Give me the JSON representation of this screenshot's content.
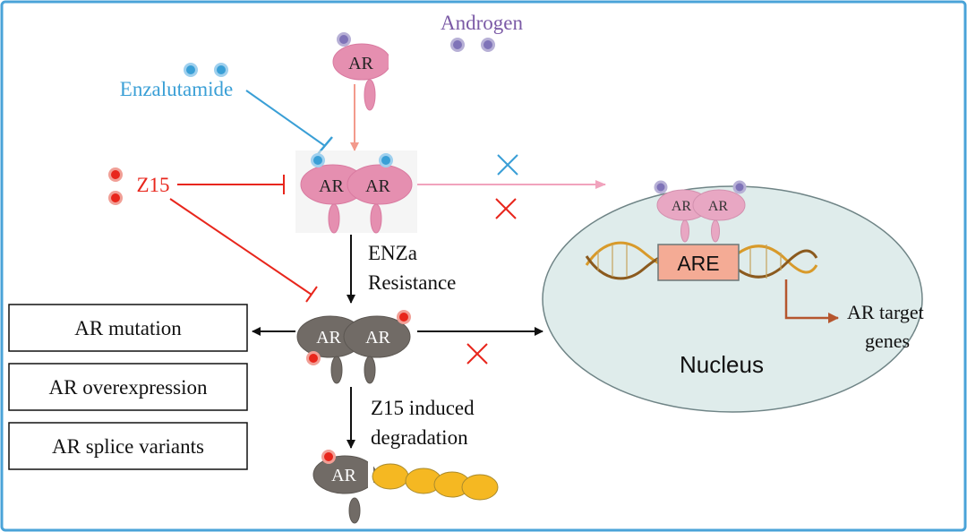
{
  "labels": {
    "androgen": "Androgen",
    "enzalutamide": "Enzalutamide",
    "z15": "Z15",
    "ar": "AR",
    "enza_line1": "ENZa",
    "enza_line2": "Resistance",
    "z15_deg_line1": "Z15 induced",
    "z15_deg_line2": "degradation",
    "are": "ARE",
    "target_line1": "AR target",
    "target_line2": "genes",
    "nucleus": "Nucleus"
  },
  "mechanisms": [
    "AR mutation",
    "AR overexpression",
    "AR splice variants"
  ],
  "colors": {
    "androgen_text": "#7b5aa6",
    "enzalutamide_text": "#3a9fd6",
    "z15_text": "#e8261c",
    "ar_active": "#e58fb0",
    "ar_resistant": "#716b66",
    "frame": "#4aa3d8",
    "nucleus_fill": "#dfeceb",
    "ubiquitin": "#f5b822"
  }
}
